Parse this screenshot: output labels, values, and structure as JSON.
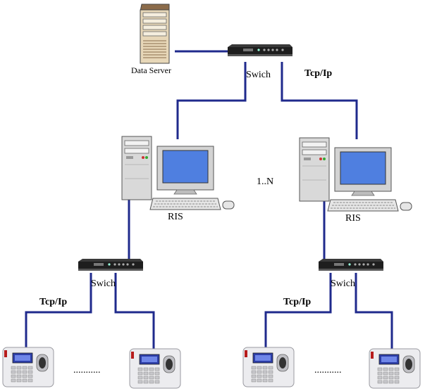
{
  "diagram": {
    "server_label": "Data Server",
    "top_switch_label": "Swich",
    "top_protocol_label": "Tcp/Ip",
    "multiplicity_label": "1..N",
    "left_ris_label": "RIS",
    "right_ris_label": "RIS",
    "left_switch_label": "Swich",
    "right_switch_label": "Swich",
    "left_protocol_label": "Tcp/Ip",
    "right_protocol_label": "Tcp/Ip",
    "left_ellipsis": "...........",
    "right_ellipsis": "...........",
    "colors": {
      "link": "#1f2a8c",
      "screen": "#4f7fe0",
      "device_case": "#e8e8ea",
      "switch_body": "#2b2b2b"
    },
    "icons": [
      "server-icon",
      "switch-icon",
      "workstation-icon",
      "attendance-terminal-icon"
    ]
  }
}
